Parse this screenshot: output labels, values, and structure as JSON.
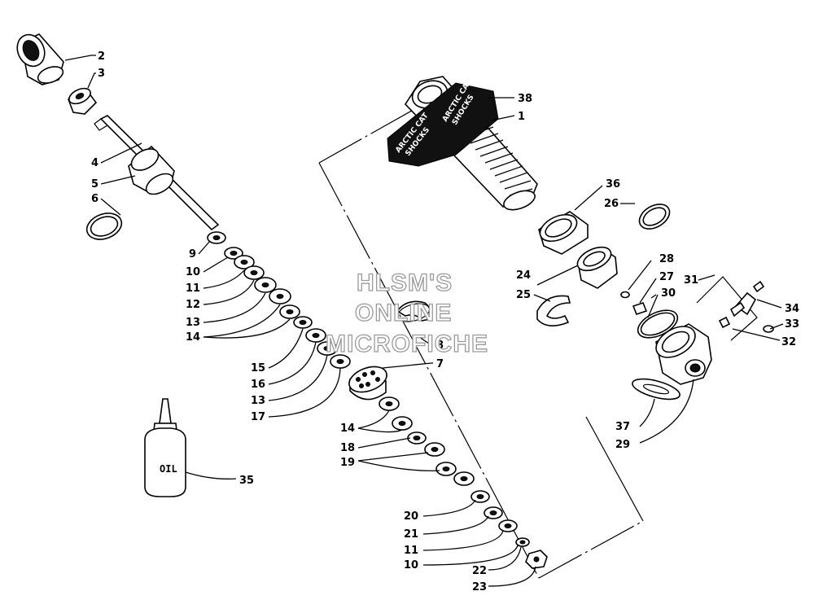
{
  "watermark": {
    "lines": [
      "HLSM'S",
      "ONLINE",
      "MICROFICHE"
    ]
  },
  "decal_text": [
    "ARCTIC CAT",
    "SHOCKS"
  ],
  "oil_bottle_label": "OIL",
  "callouts": {
    "c1": "1",
    "c2": "2",
    "c3": "3",
    "c4": "4",
    "c5": "5",
    "c6": "6",
    "c7": "7",
    "c8": "8",
    "c9": "9",
    "c10a": "10",
    "c10b": "10",
    "c11a": "11",
    "c11b": "11",
    "c12": "12",
    "c13a": "13",
    "c13b": "13",
    "c14a": "14",
    "c14b": "14",
    "c15": "15",
    "c16": "16",
    "c17": "17",
    "c18": "18",
    "c19": "19",
    "c20": "20",
    "c21": "21",
    "c22": "22",
    "c23": "23",
    "c24": "24",
    "c25": "25",
    "c26": "26",
    "c27": "27",
    "c28": "28",
    "c29": "29",
    "c30": "30",
    "c31": "31",
    "c32": "32",
    "c33": "33",
    "c34": "34",
    "c35": "35",
    "c36": "36",
    "c37": "37",
    "c38": "38"
  },
  "colors": {
    "ink": "#000000",
    "watermark_outline": "#9a9a9a",
    "decal": "#111111"
  }
}
